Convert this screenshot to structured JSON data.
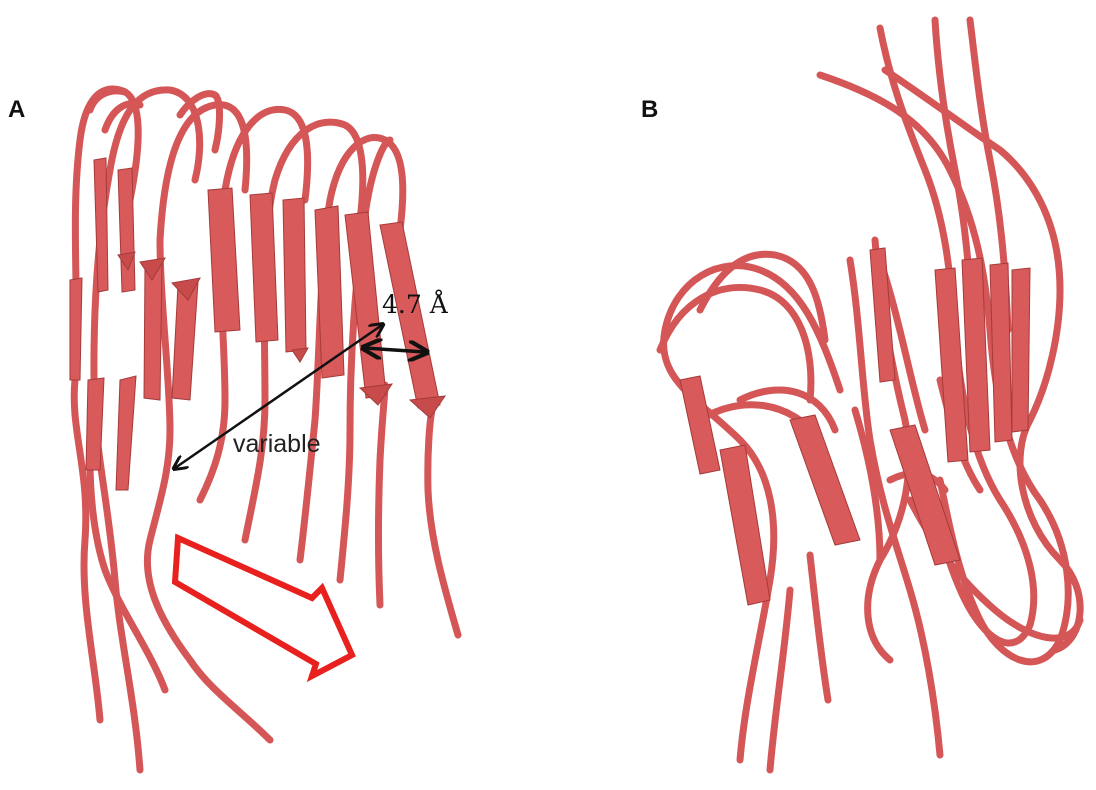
{
  "panels": [
    {
      "label": "A"
    },
    {
      "label": "B"
    }
  ],
  "annotations": {
    "spacing_label": "4.7 Å",
    "variable_label": "variable"
  },
  "colors": {
    "ribbon": "#d85a5a",
    "ribbon_dark": "#a63a3a",
    "arrow_outline": "#e8201e",
    "annotation_arrow": "#111111"
  }
}
